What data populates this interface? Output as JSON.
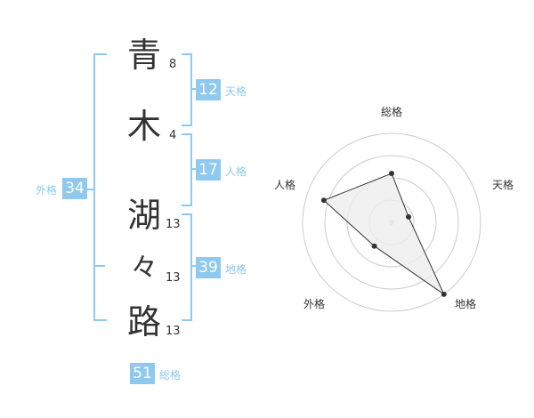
{
  "name": {
    "characters": [
      "青",
      "木",
      "湖",
      "々",
      "路"
    ],
    "strokes": [
      "8",
      "4",
      "13",
      "13",
      "13"
    ]
  },
  "fortune": {
    "tenkaku": {
      "value": "12",
      "label": "天格"
    },
    "jinkaku": {
      "value": "17",
      "label": "人格"
    },
    "chikaku": {
      "value": "39",
      "label": "地格"
    },
    "gaikaku": {
      "value": "34",
      "label": "外格"
    },
    "soukaku": {
      "value": "51",
      "label": "総格"
    }
  },
  "chart_data": {
    "type": "radar",
    "axes": [
      "総格",
      "天格",
      "地格",
      "外格",
      "人格"
    ],
    "values": [
      0.55,
      0.2,
      1.0,
      0.33,
      0.8
    ],
    "rings": 4,
    "colors": {
      "fill": "#eeeeee",
      "stroke": "#333333",
      "grid": "#cccccc",
      "point": "#333333"
    }
  },
  "colors": {
    "accent": "#8ec9ef",
    "text": "#333333"
  }
}
